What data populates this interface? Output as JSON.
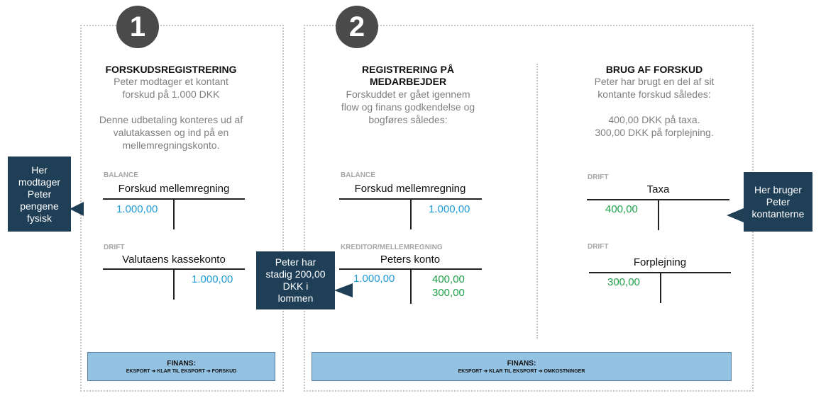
{
  "step1": {
    "number": "1",
    "title": "FORSKUDSREGISTRERING",
    "description": "Peter modtager et kontant\nforskud på 1.000 DKK\n\nDenne udbetaling konteres ud af\nvalutakassen og ind på en\nmellemregningskonto.",
    "account1": {
      "category": "BALANCE",
      "name": "Forskud mellemregning",
      "debit": "1.000,00"
    },
    "account2": {
      "category": "DRIFT",
      "name": "Valutaens kassekonto",
      "credit": "1.000,00"
    },
    "callout": "Her\nmodtager\nPeter\npengene\nfysisk",
    "finans": {
      "title": "FINANS:",
      "flow": "EKSPORT ➔ KLAR TIL EKSPORT ➔ FORSKUD"
    }
  },
  "step2": {
    "number": "2",
    "colA": {
      "title": "REGISTRERING PÅ\nMEDARBEJDER",
      "description": "Forskuddet er gået igennem\nflow og finans godkendelse og\nbogføres således:",
      "account1": {
        "category": "BALANCE",
        "name": "Forskud mellemregning",
        "credit": "1.000,00"
      },
      "account2": {
        "category": "KREDITOR/MELLEMREGNING",
        "name": "Peters konto",
        "debit": "1.000,00",
        "credit1": "400,00",
        "credit2": "300,00"
      },
      "callout": "Peter har\nstadig 200,00\nDKK i\nlommen"
    },
    "colB": {
      "title": "BRUG AF FORSKUD",
      "description": "Peter har brugt en del af sit\nkontante forskud således:\n\n400,00 DKK på taxa.\n300,00 DKK på forplejning.",
      "account1": {
        "category": "DRIFT",
        "name": "Taxa",
        "debit": "400,00"
      },
      "account2": {
        "category": "DRIFT",
        "name": "Forplejning",
        "debit": "300,00"
      },
      "callout": "Her bruger\nPeter\nkontanterne"
    },
    "finans": {
      "title": "FINANS:",
      "flow": "EKSPORT ➔ KLAR TIL EKSPORT ➔ OMKOSTNINGER"
    }
  },
  "colors": {
    "callout": "#1f3f57",
    "finans": "#93c2e3",
    "blue_value": "#1e9bd7",
    "green_value": "#1fa04a",
    "circle": "#4a4a4a"
  }
}
